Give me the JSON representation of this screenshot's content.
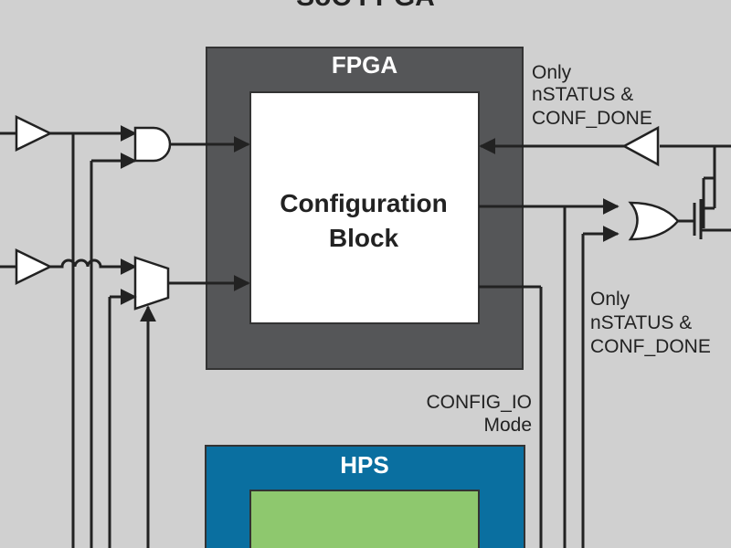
{
  "diagram": {
    "top_title_partial": "SoC FPGA",
    "fpga": {
      "title": "FPGA",
      "config_block_line1": "Configuration",
      "config_block_line2": "Block",
      "colors": {
        "outer": "#555658",
        "inner": "#ffffff"
      }
    },
    "hps": {
      "title": "HPS",
      "colors": {
        "outer": "#0a6fa0",
        "inner": "#8ec86e"
      }
    },
    "labels": {
      "only_top_1": "Only",
      "only_top_2": "nSTATUS &",
      "only_top_3": "CONF_DONE",
      "only_right_1": "Only",
      "only_right_2": "nSTATUS &",
      "only_right_3": "CONF_DONE",
      "config_io_1": "CONFIG_IO",
      "config_io_2": "Mode"
    },
    "icons": [
      "buffer-triangle-icon",
      "and-gate-icon",
      "mux-icon",
      "or-gate-icon",
      "nmos-transistor-icon"
    ]
  }
}
